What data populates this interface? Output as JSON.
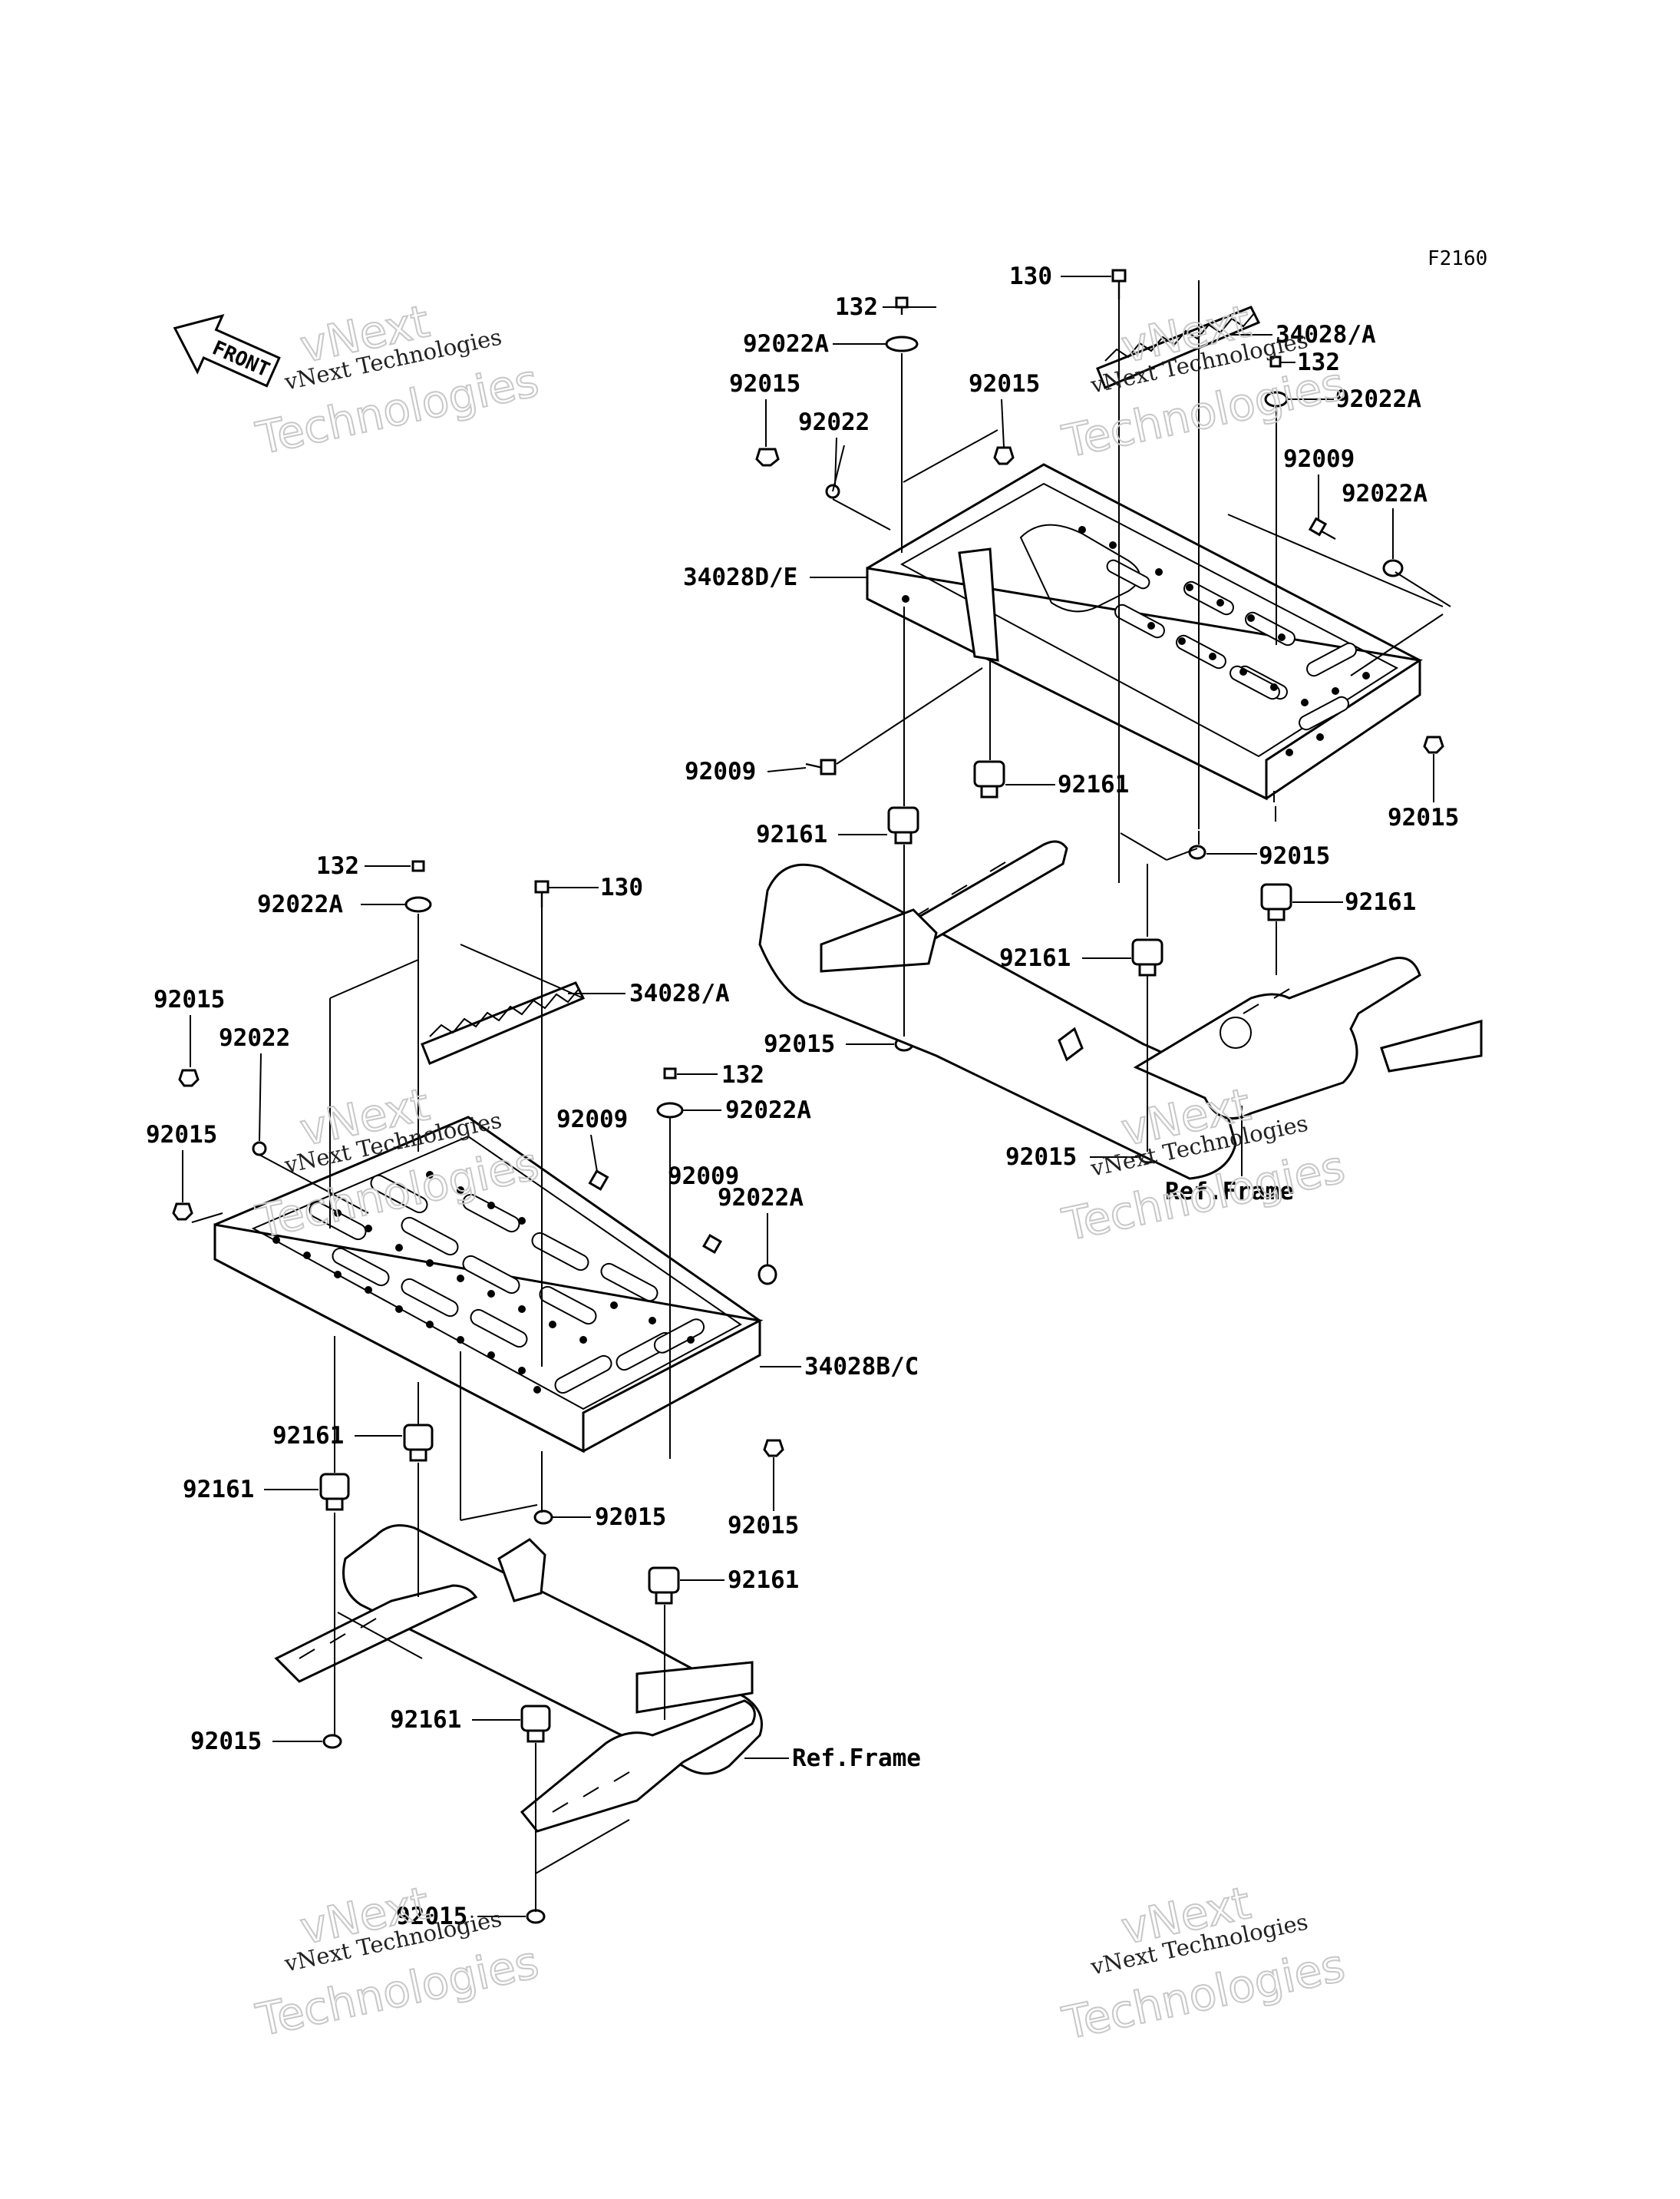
{
  "diagram_id": "F2160",
  "front_arrow": {
    "label": "FRONT"
  },
  "watermarks": {
    "brand": "vNext",
    "line1": "vNext Technologies",
    "line2": "Technologies"
  },
  "upper_assembly": {
    "labels": {
      "p130": "130",
      "p132_top": "132",
      "p92022A_top": "92022A",
      "p92015_a": "92015",
      "p92022": "92022",
      "p92015_b": "92015",
      "p34028A": "34028/A",
      "p132_right": "132",
      "p92022A_right": "92022A",
      "p92009_right": "92009",
      "p92022A_right2": "92022A",
      "p34028DE": "34028D/E",
      "p92009_left": "92009",
      "p92161_a": "92161",
      "p92161_b": "92161",
      "p92015_c": "92015",
      "p92015_d": "92015",
      "p92161_c": "92161",
      "p92161_d": "92161",
      "p92015_e": "92015",
      "p92015_f": "92015",
      "ref_frame": "Ref.Frame"
    }
  },
  "lower_assembly": {
    "labels": {
      "p132_top": "132",
      "p130": "130",
      "p92022A_top": "92022A",
      "p34028A": "34028/A",
      "p92015_a": "92015",
      "p92022": "92022",
      "p132_mid": "132",
      "p92022A_mid": "92022A",
      "p92015_b": "92015",
      "p92009_a": "92009",
      "p92009_b": "92009",
      "p92022A_low": "92022A",
      "p34028BC": "34028B/C",
      "p92161_a": "92161",
      "p92161_b": "92161",
      "p92015_c": "92015",
      "p92015_d": "92015",
      "p92161_c": "92161",
      "p92015_e": "92015",
      "p92161_d": "92161",
      "ref_frame": "Ref.Frame",
      "p92015_f": "92015"
    }
  }
}
